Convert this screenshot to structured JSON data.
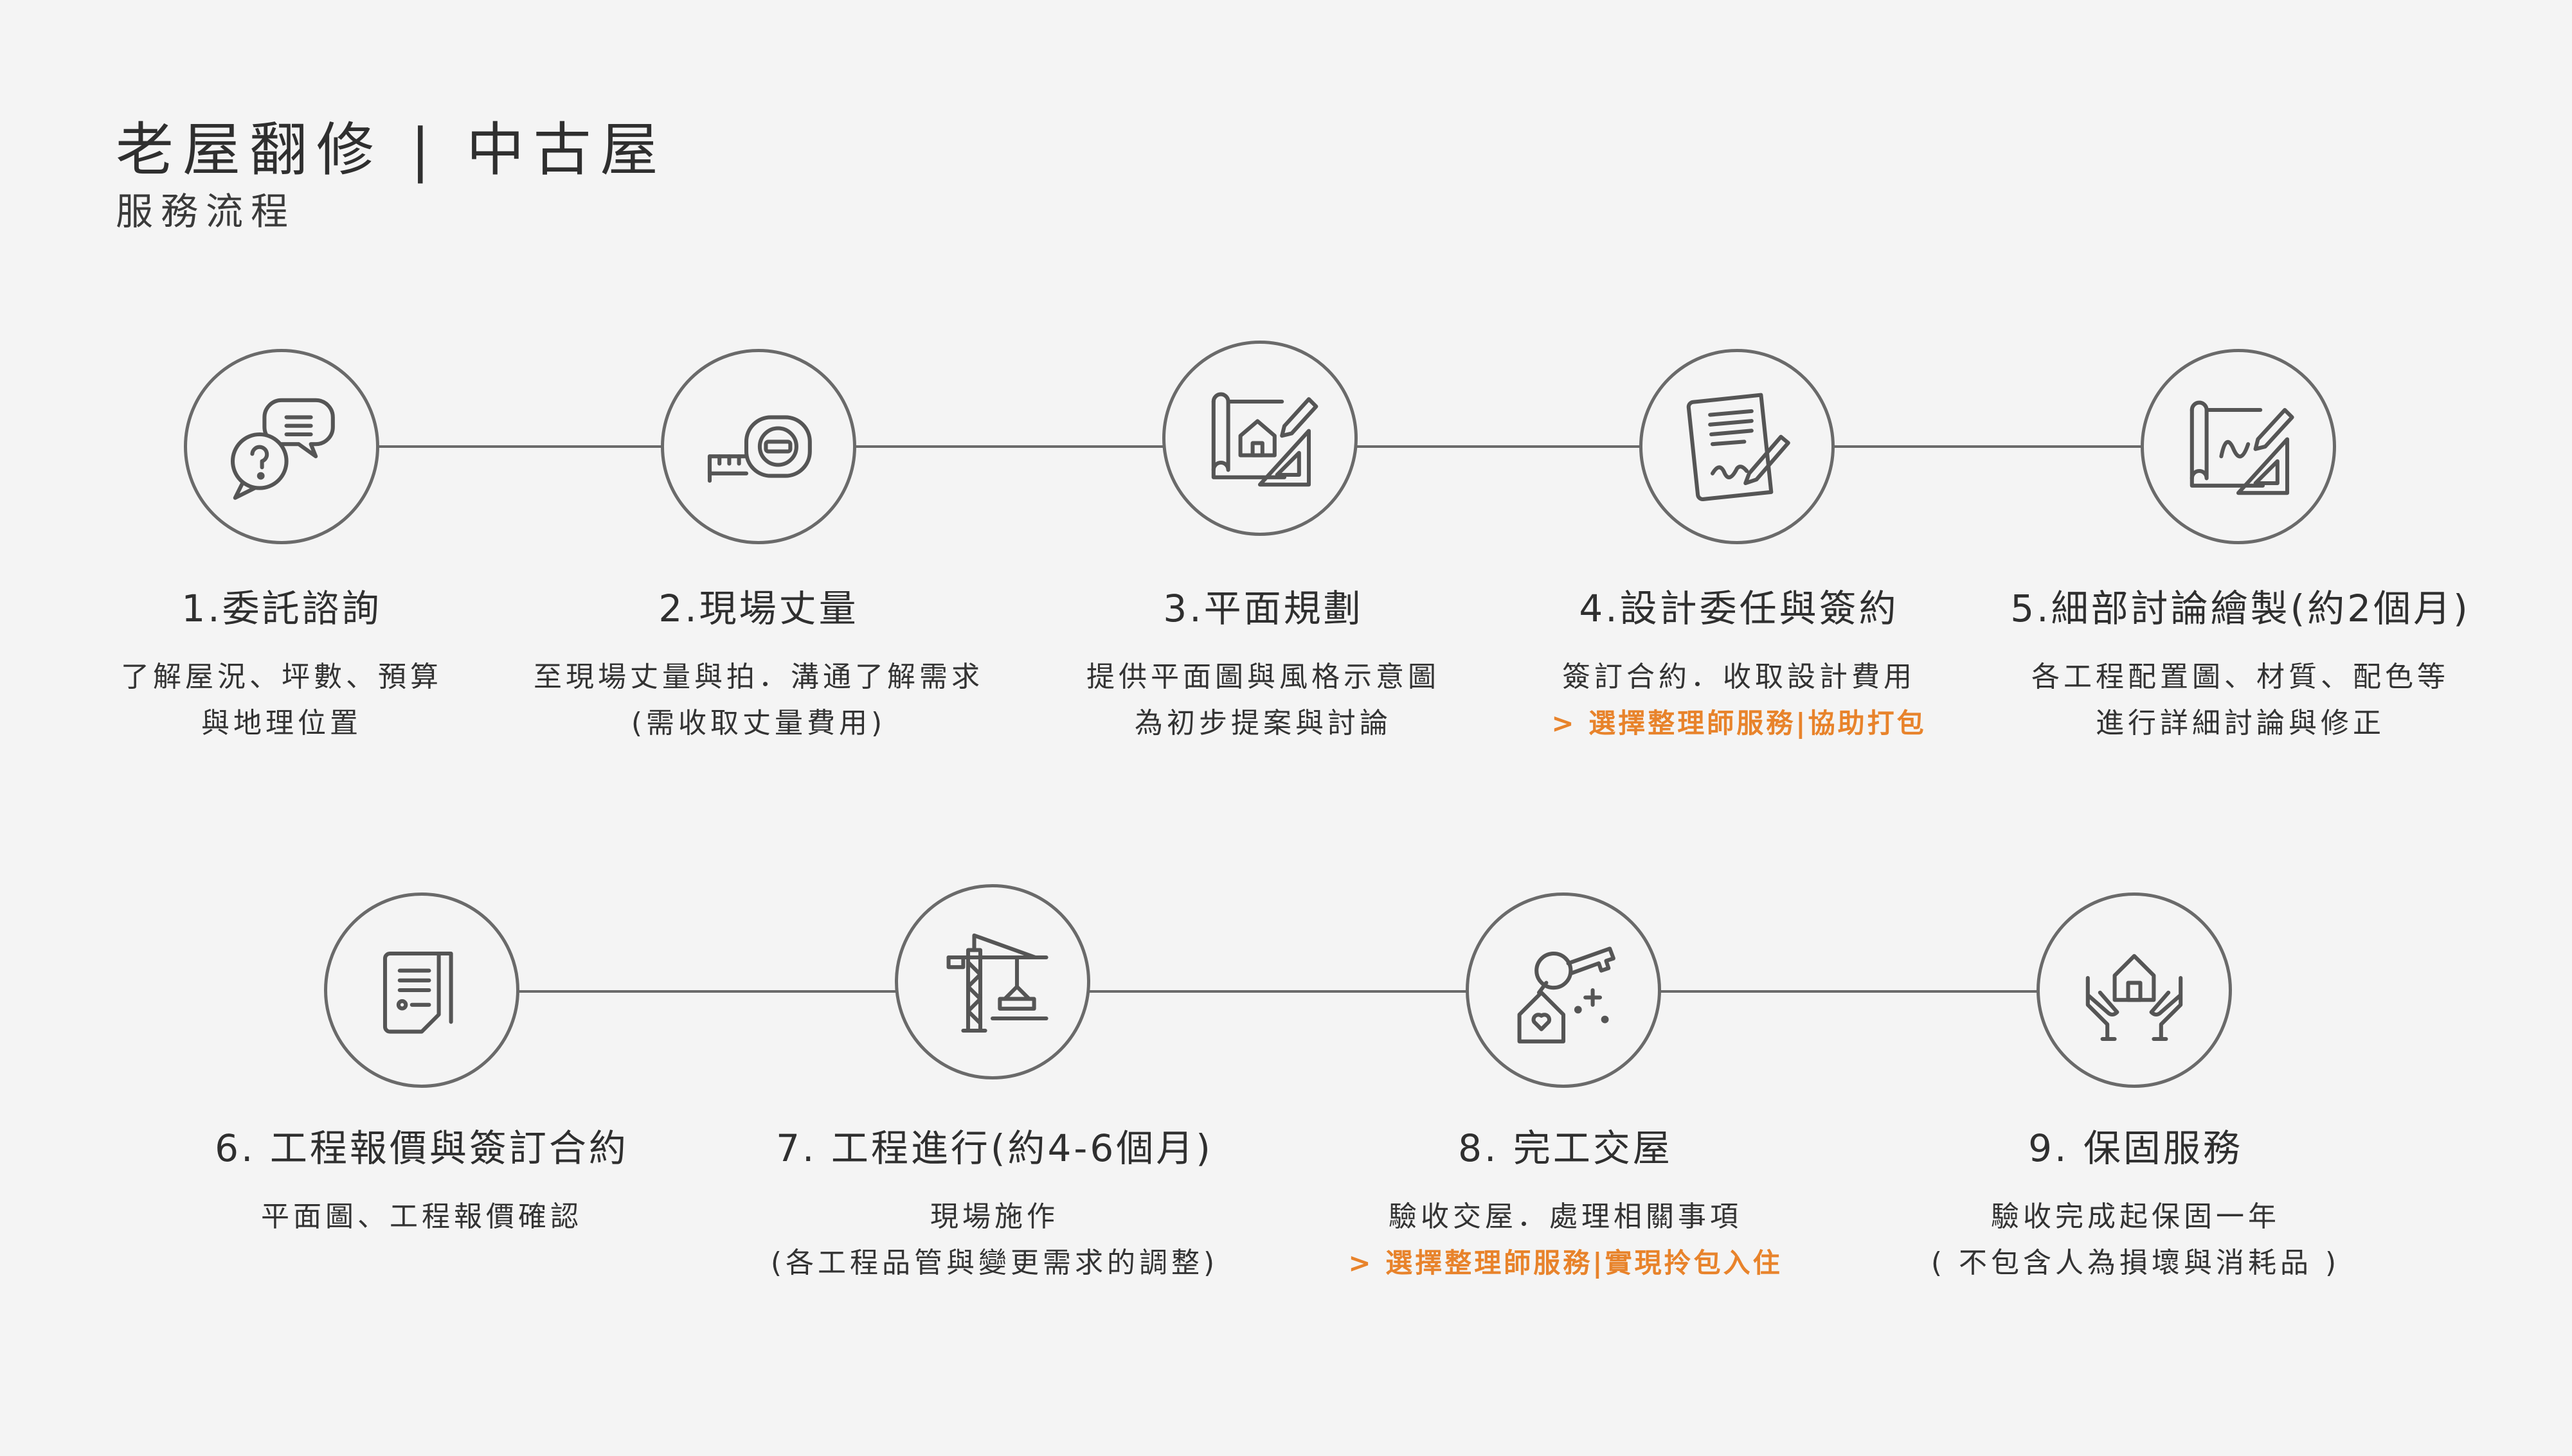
{
  "header": {
    "title": "老屋翻修 | 中古屋",
    "subtitle": "服務流程"
  },
  "steps": [
    {
      "title": "1.委託諮詢",
      "lines": [
        "了解屋況、坪數、預算",
        "與地理位置"
      ],
      "accent": "",
      "icon": "chat-question-icon"
    },
    {
      "title": "2.現場丈量",
      "lines": [
        "至現場丈量與拍．溝通了解需求",
        "(需收取丈量費用)"
      ],
      "accent": "",
      "icon": "tape-measure-icon"
    },
    {
      "title": "3.平面規劃",
      "lines": [
        "提供平面圖與風格示意圖",
        "為初步提案與討論"
      ],
      "accent": "",
      "icon": "floor-plan-icon"
    },
    {
      "title": "4.設計委任與簽約",
      "lines": [
        "簽訂合約．收取設計費用"
      ],
      "accent": "> 選擇整理師服務|協助打包",
      "icon": "contract-sign-icon"
    },
    {
      "title": "5.細部討論繪製(約2個月)",
      "lines": [
        "各工程配置圖、材質、配色等",
        "進行詳細討論與修正"
      ],
      "accent": "",
      "icon": "blueprint-drawing-icon"
    },
    {
      "title": "6. 工程報價與簽訂合約",
      "lines": [
        "平面圖、工程報價確認"
      ],
      "accent": "",
      "icon": "documents-icon"
    },
    {
      "title": "7. 工程進行(約4-6個月)",
      "lines": [
        "現場施作",
        "(各工程品管與變更需求的調整)"
      ],
      "accent": "",
      "icon": "crane-icon"
    },
    {
      "title": "8. 完工交屋",
      "lines": [
        "驗收交屋．處理相關事項"
      ],
      "accent": "> 選擇整理師服務|實現拎包入住",
      "icon": "house-key-icon"
    },
    {
      "title": "9. 保固服務",
      "lines": [
        "驗收完成起保固一年",
        "( 不包含人為損壞與消耗品 )"
      ],
      "accent": "",
      "icon": "hands-house-icon"
    }
  ],
  "colors": {
    "background": "#f4f4f4",
    "line": "#6b6b6b",
    "accent": "#e8832b",
    "text": "#333333"
  }
}
